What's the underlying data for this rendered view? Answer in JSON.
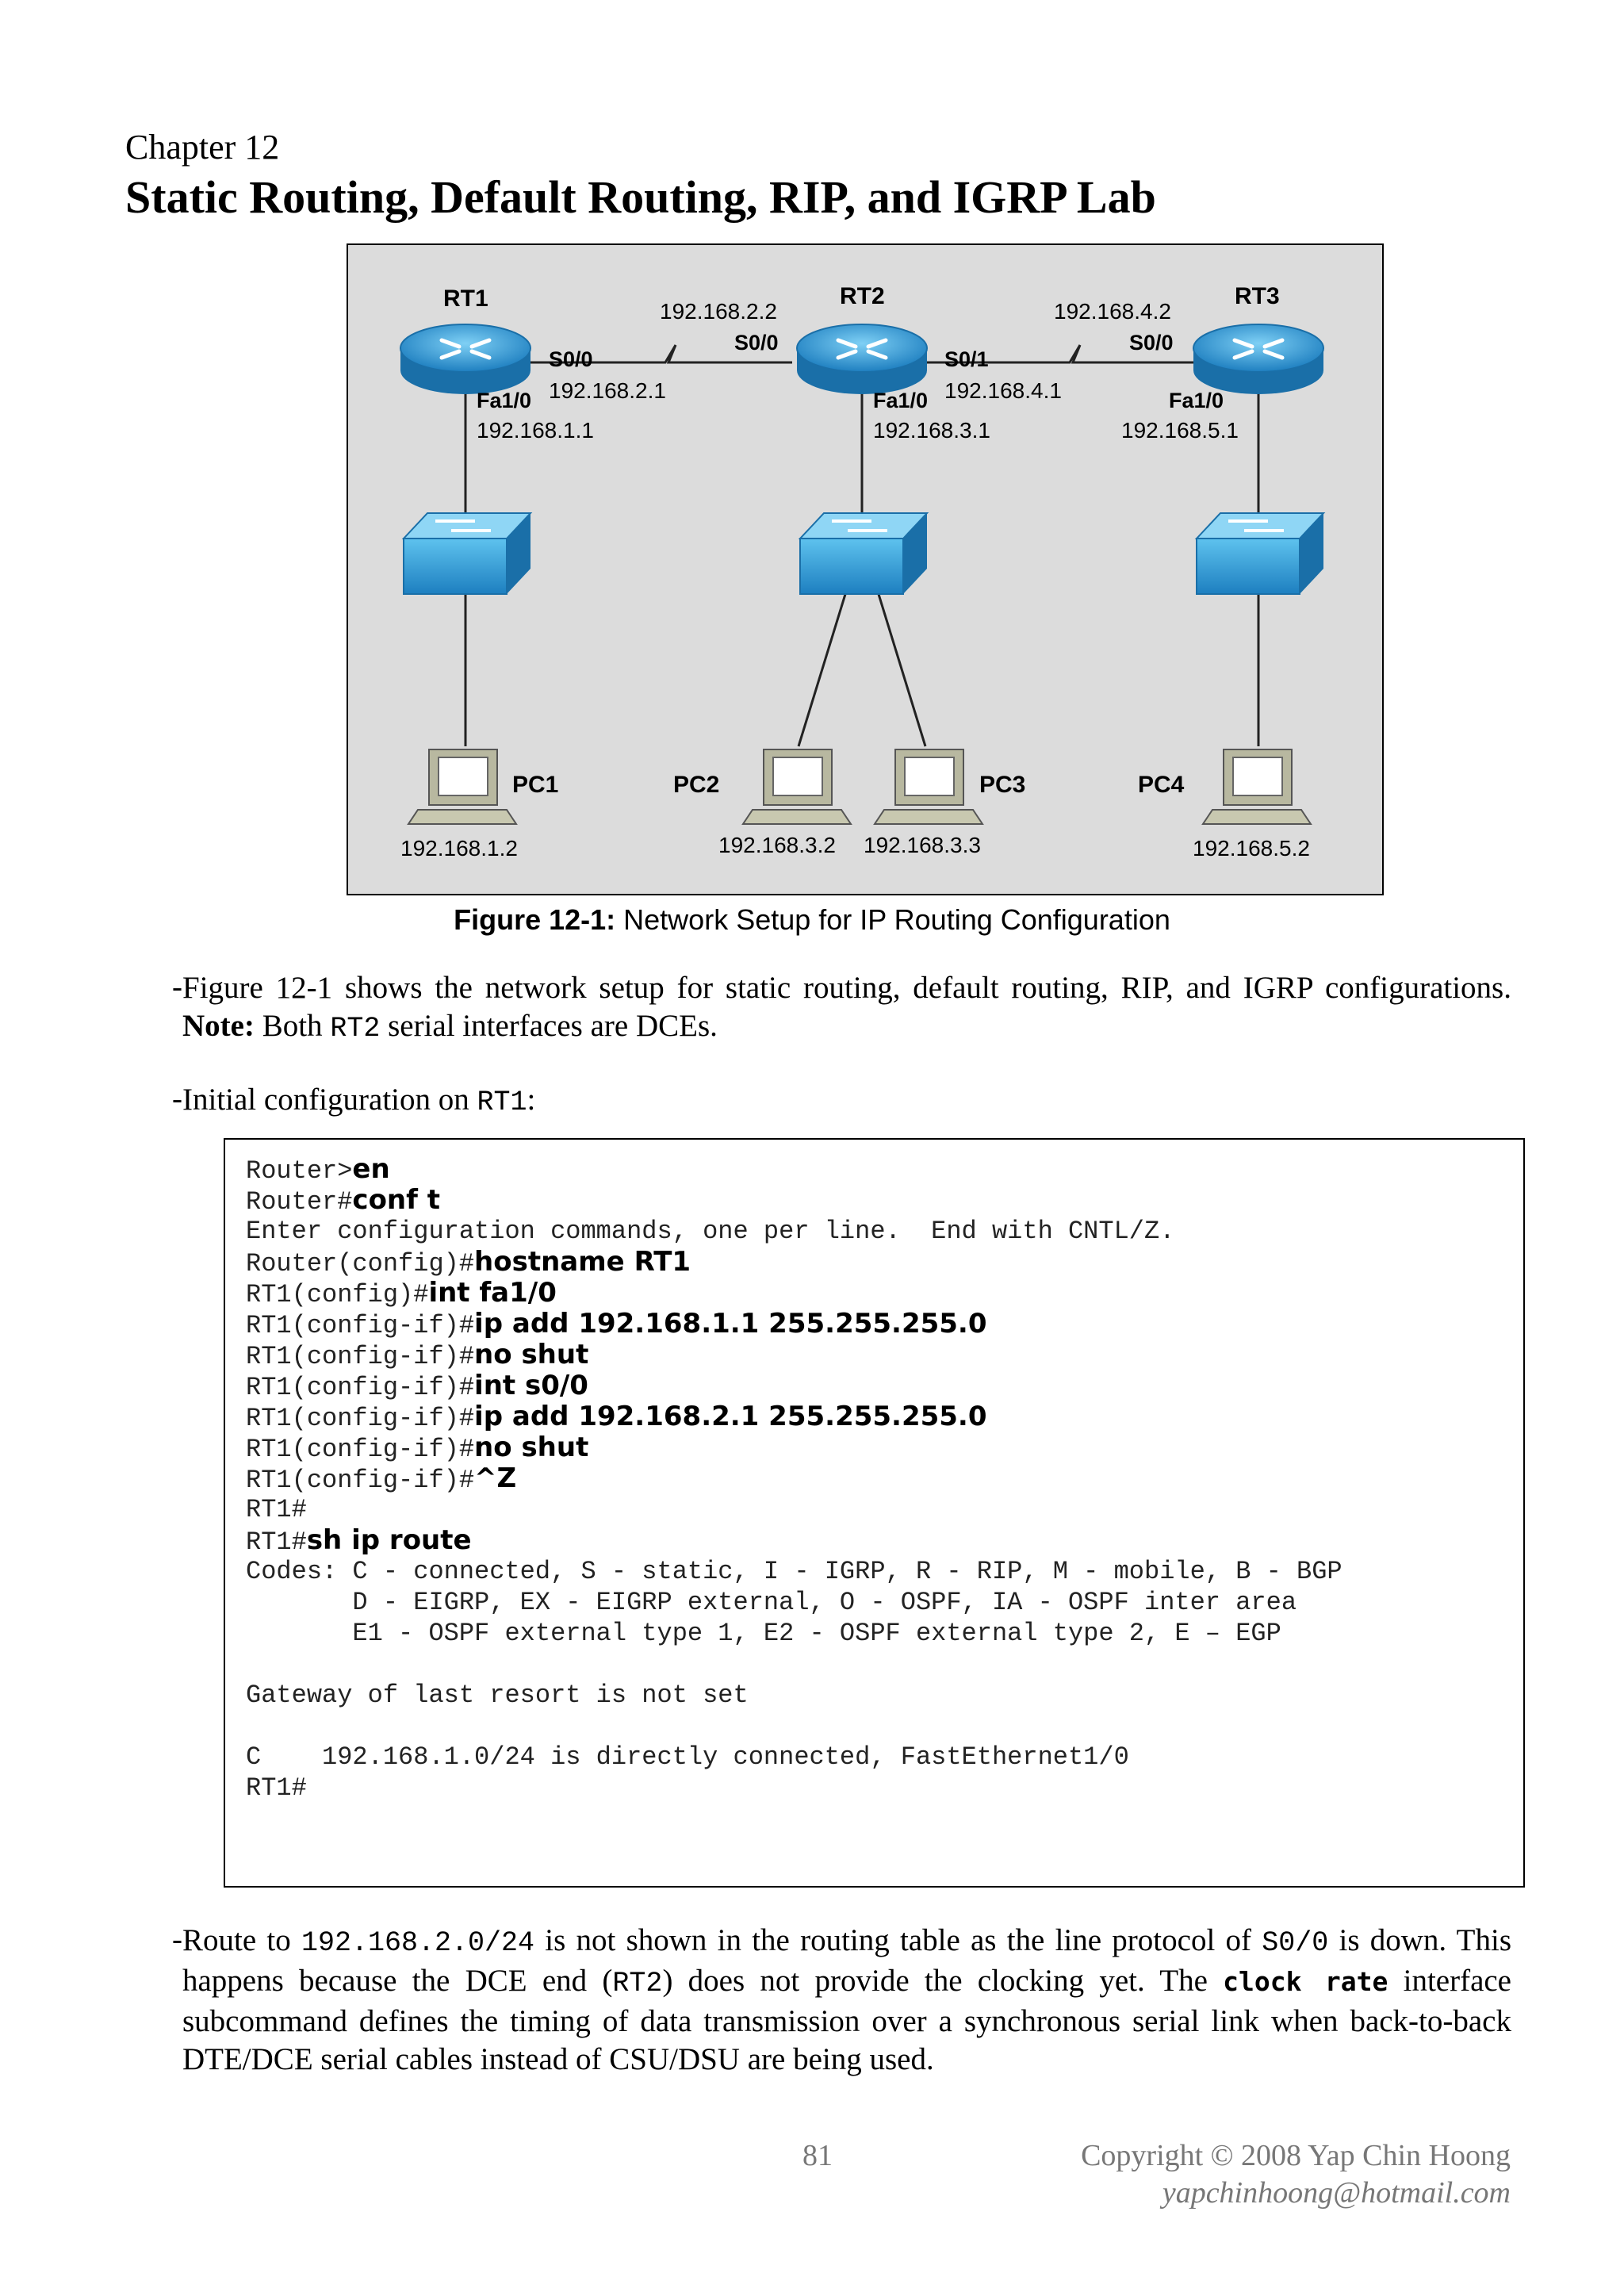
{
  "header": {
    "chapter": "Chapter 12",
    "title": "Static Routing, Default Routing, RIP, and IGRP Lab"
  },
  "figure": {
    "routers": [
      {
        "name": "RT1"
      },
      {
        "name": "RT2"
      },
      {
        "name": "RT3"
      }
    ],
    "labels": {
      "rt1_s0": "S0/0",
      "rt1_s0_ip": "192.168.2.1",
      "rt1_fa": "Fa1/0",
      "rt1_fa_ip": "192.168.1.1",
      "rt2_s0_ip": "192.168.2.2",
      "rt2_s0": "S0/0",
      "rt2_s1": "S0/1",
      "rt2_s1_ip": "192.168.4.1",
      "rt2_fa": "Fa1/0",
      "rt2_fa_ip": "192.168.3.1",
      "rt3_s0_ip": "192.168.4.2",
      "rt3_s0": "S0/0",
      "rt3_fa": "Fa1/0",
      "rt3_fa_ip": "192.168.5.1"
    },
    "pcs": [
      {
        "name": "PC1",
        "ip": "192.168.1.2"
      },
      {
        "name": "PC2",
        "ip": "192.168.3.2"
      },
      {
        "name": "PC3",
        "ip": "192.168.3.3"
      },
      {
        "name": "PC4",
        "ip": "192.168.5.2"
      }
    ],
    "caption_bold": "Figure 12-1:",
    "caption_text": " Network Setup for IP Routing Configuration"
  },
  "para1": {
    "text_a": "Figure 12-1 shows the network setup for static routing, default routing, RIP, and IGRP configurations. ",
    "note": "Note:",
    "text_b": " Both ",
    "code": "RT2",
    "text_c": " serial interfaces are DCEs."
  },
  "para2": {
    "text_a": "Initial configuration on ",
    "code": "RT1",
    "text_b": ":"
  },
  "console": [
    {
      "prompt": "Router>",
      "cmd": "en"
    },
    {
      "prompt": "Router#",
      "cmd": "conf t"
    },
    {
      "prompt": "Enter configuration commands, one per line.  End with CNTL/Z.",
      "cmd": ""
    },
    {
      "prompt": "Router(config)#",
      "cmd": "hostname RT1"
    },
    {
      "prompt": "RT1(config)#",
      "cmd": "int fa1/0"
    },
    {
      "prompt": "RT1(config-if)#",
      "cmd": "ip add 192.168.1.1 255.255.255.0"
    },
    {
      "prompt": "RT1(config-if)#",
      "cmd": "no shut"
    },
    {
      "prompt": "RT1(config-if)#",
      "cmd": "int s0/0"
    },
    {
      "prompt": "RT1(config-if)#",
      "cmd": "ip add 192.168.2.1 255.255.255.0"
    },
    {
      "prompt": "RT1(config-if)#",
      "cmd": "no shut"
    },
    {
      "prompt": "RT1(config-if)#",
      "cmd": "^Z"
    },
    {
      "prompt": "RT1#",
      "cmd": ""
    },
    {
      "prompt": "RT1#",
      "cmd": "sh ip route"
    },
    {
      "prompt": "Codes: C - connected, S - static, I - IGRP, R - RIP, M - mobile, B - BGP",
      "cmd": ""
    },
    {
      "prompt": "       D - EIGRP, EX - EIGRP external, O - OSPF, IA - OSPF inter area",
      "cmd": ""
    },
    {
      "prompt": "       E1 - OSPF external type 1, E2 - OSPF external type 2, E – EGP",
      "cmd": ""
    },
    {
      "prompt": "",
      "cmd": ""
    },
    {
      "prompt": "Gateway of last resort is not set",
      "cmd": ""
    },
    {
      "prompt": "",
      "cmd": ""
    },
    {
      "prompt": "C    192.168.1.0/24 is directly connected, FastEthernet1/0",
      "cmd": ""
    },
    {
      "prompt": "RT1#",
      "cmd": ""
    }
  ],
  "para3": {
    "t1": "Route to ",
    "c1": "192.168.2.0/24",
    "t2": " is not shown in the routing table as the line protocol of ",
    "c2": "S0/0",
    "t3": " is down. This happens because the DCE end (",
    "c3": "RT2",
    "t4": ") does not provide the clocking yet. The ",
    "c4": "clock rate",
    "t5": " interface subcommand defines the timing of data transmission over a synchronous serial link when back-to-back DTE/DCE serial cables instead of CSU/DSU are being used."
  },
  "footer": {
    "page_number": "81",
    "copyright": "Copyright © 2008 Yap Chin Hoong",
    "email": "yapchinhoong@hotmail.com"
  },
  "dash": "-"
}
